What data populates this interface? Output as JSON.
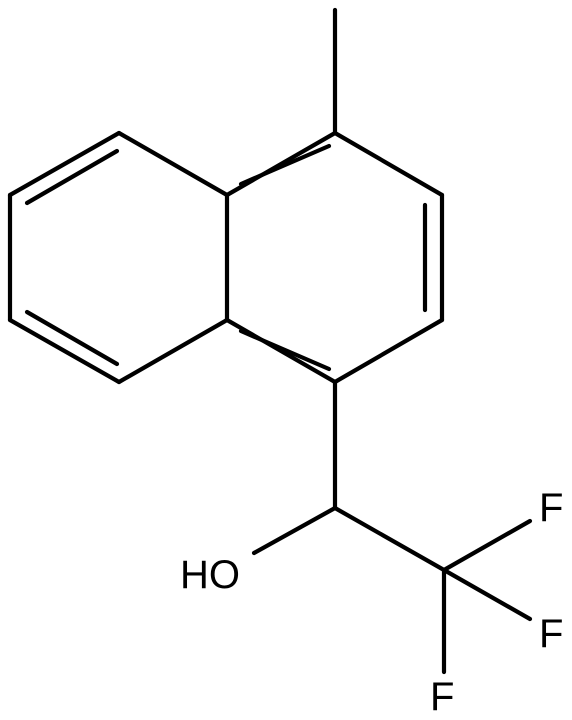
{
  "molecule": {
    "atoms": {
      "hydroxyl": "HO",
      "fluorine_1": "F",
      "fluorine_2": "F",
      "fluorine_3": "F"
    },
    "colors": {
      "bond": "#000000",
      "label": "#000000",
      "background": "#ffffff"
    }
  }
}
